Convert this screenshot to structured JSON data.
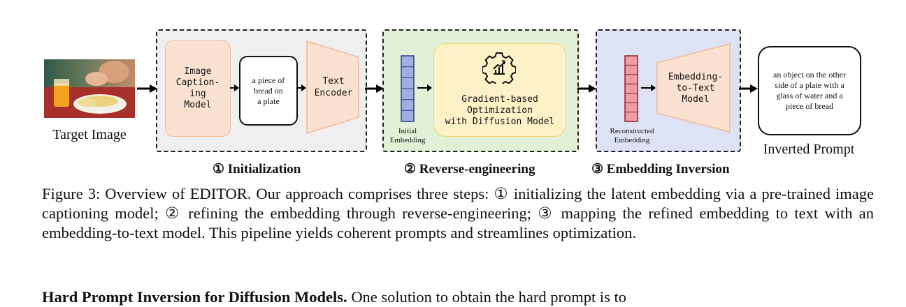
{
  "figure": {
    "target_image_label": "Target Image",
    "stage1": {
      "captioning_model": "Image\nCaption-\ning\nModel",
      "caption_text": "a piece of\nbread on\na plate",
      "text_encoder": "Text\nEncoder",
      "step_label": "① Initialization"
    },
    "stage2": {
      "initial_embedding": "Initial\nEmbedding",
      "optimization": "Gradient-based\nOptimization\nwith Diffusion Model",
      "step_label": "② Reverse-engineering"
    },
    "stage3": {
      "reconstructed_embedding": "Reconstructed\nEmbedding",
      "embedding_to_text": "Embedding-\nto-Text\nModel",
      "step_label": "③ Embedding Inversion"
    },
    "inverted_prompt_text": "an object on the other\nside of a plate with a\nglass of water and a\npiece of bread",
    "inverted_prompt_label": "Inverted Prompt"
  },
  "caption": {
    "text": "Figure 3: Overview of EDITOR. Our approach comprises three steps: ① initializing the latent embedding via a pre-trained image captioning model; ② refining the embedding through reverse-engineering; ③ mapping the refined embedding to text with an embedding-to-text model. This pipeline yields coherent prompts and streamlines optimization."
  },
  "paragraph": {
    "heading": "Hard Prompt Inversion for Diffusion Models.",
    "text": "One solution to obtain the hard prompt is to"
  },
  "colors": {
    "stage1_bg": "#efefef",
    "stage2_bg": "#e3f0d8",
    "stage3_bg": "#dde3f4",
    "peach": "#fbe2d0",
    "peach_border": "#f2b894",
    "yellow": "#fdf2c7",
    "yellow_border": "#f2d36a",
    "blue_embed": "#9fb0e0",
    "red_embed": "#f29aa6"
  }
}
